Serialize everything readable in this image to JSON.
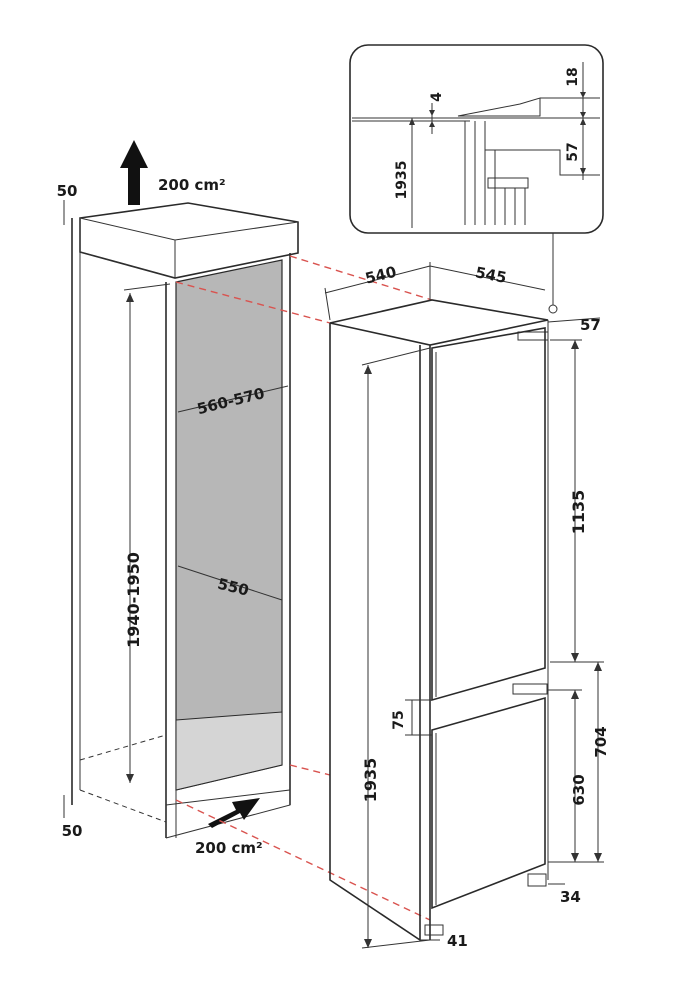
{
  "colors": {
    "line": "#2a2a2a",
    "recess": "#b7b7b7",
    "cabinet_top": "#efefef",
    "panel": "#f5f5f5",
    "dashed_red": "#d9534f"
  },
  "icons": {
    "up_arrow": "arrow-up-icon",
    "inlet_arrow": "arrow-right-icon"
  },
  "labels": {
    "vent_top_area": "200 cm²",
    "vent_bottom_area": "200 cm²",
    "top_gap": "50",
    "bottom_gap": "50",
    "niche_depth": "560-570",
    "niche_height": "1940-1950",
    "niche_width": "550",
    "appliance_depth": "540",
    "appliance_width": "545",
    "top_offset": "57",
    "fridge_door_height": "1135",
    "door_gap": "75",
    "appliance_height": "1935",
    "freezer_door_height": "630",
    "lower_section_height": "704",
    "bottom_offset": "34",
    "foot_offset": "41",
    "detail_height": "1935",
    "detail_gap": "4",
    "detail_top": "18",
    "detail_hinge": "57"
  }
}
